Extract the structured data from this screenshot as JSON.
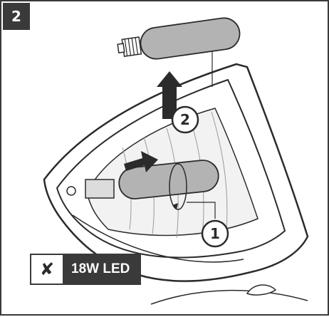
{
  "step": {
    "number": "2"
  },
  "callouts": [
    {
      "label": "1"
    },
    {
      "label": "2"
    }
  ],
  "warning": {
    "icon": "x-mark-icon",
    "symbol": "✘",
    "label": "18W LED"
  },
  "colors": {
    "ink": "#2b2b2b",
    "badge": "#3a3a3a",
    "lamp_fill": "#b3b3b3",
    "shade": "#e6e6e6"
  }
}
